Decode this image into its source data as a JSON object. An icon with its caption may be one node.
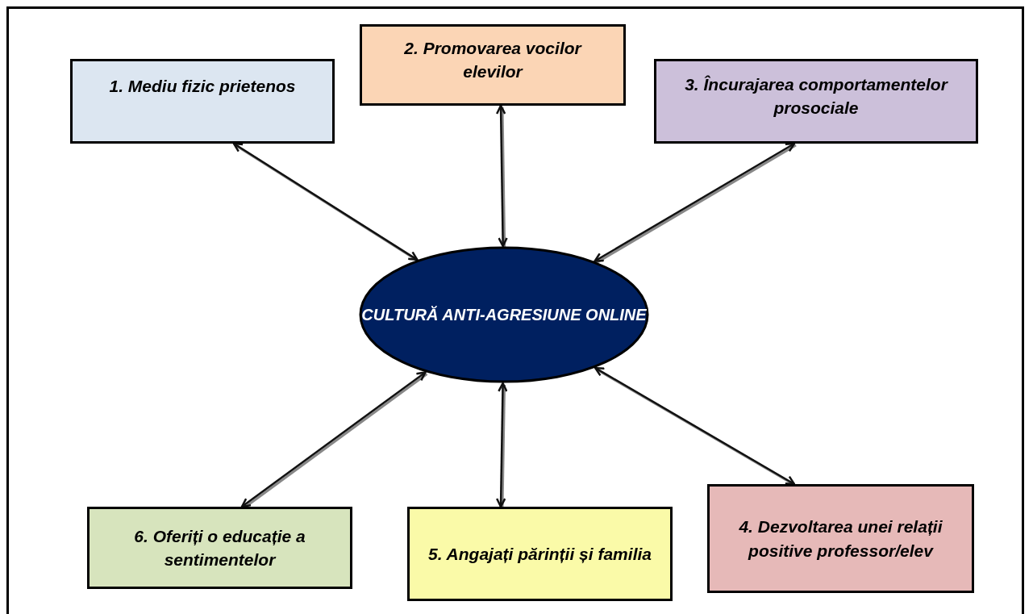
{
  "diagram": {
    "nodes": [
      {
        "text": [
          "1. Mediu fizic prietenos"
        ]
      },
      {
        "text": [
          "2. Promovarea vocilor elevilor"
        ]
      },
      {
        "text": [
          "3. Încurajarea comportamentelor prosociale"
        ]
      },
      {
        "text": [
          "CULTURĂ ANTI-AGRESIUNE ONLINE"
        ]
      },
      {
        "text": [
          "6. Oferiți o educație a sentimentelor"
        ]
      },
      {
        "text": [
          "5. Angajați părinții și familia"
        ]
      },
      {
        "text": [
          "4. Dezvoltarea unei relații positive professor/elev"
        ]
      }
    ],
    "edges": [
      {
        "from": 3,
        "to": 0,
        "arrow": "both"
      },
      {
        "from": 3,
        "to": 1,
        "arrow": "both"
      },
      {
        "from": 3,
        "to": 2,
        "arrow": "both"
      },
      {
        "from": 3,
        "to": 4,
        "arrow": "both"
      },
      {
        "from": 3,
        "to": 5,
        "arrow": "both"
      },
      {
        "from": 3,
        "to": 6,
        "arrow": "both"
      }
    ]
  }
}
